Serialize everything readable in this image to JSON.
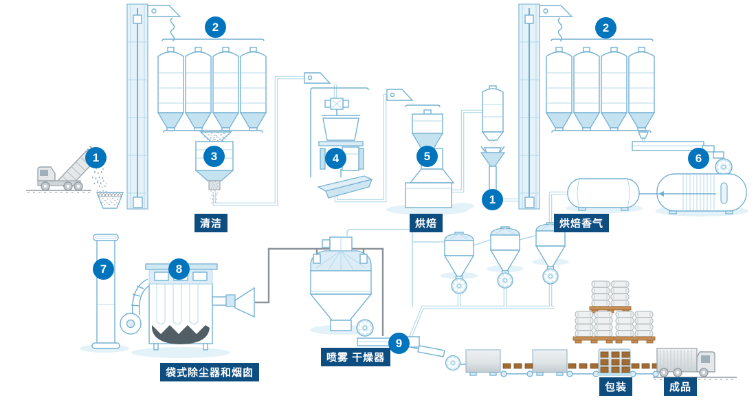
{
  "diagram": {
    "markers": [
      {
        "number": "1",
        "name": "raw-material-delivery"
      },
      {
        "number": "2",
        "name": "raw-silos"
      },
      {
        "number": "3",
        "name": "cleaning-hopper"
      },
      {
        "number": "4",
        "name": "cleaning-destoner"
      },
      {
        "number": "5",
        "name": "roaster"
      },
      {
        "number": "1",
        "name": "roasted-product-elevator-feed"
      },
      {
        "number": "2",
        "name": "roasted-silos"
      },
      {
        "number": "6",
        "name": "grinder"
      },
      {
        "number": "7",
        "name": "stack"
      },
      {
        "number": "8",
        "name": "bag-filter"
      },
      {
        "number": "9",
        "name": "spray-dryer-discharge"
      }
    ],
    "labels": [
      {
        "text": "清洁",
        "name": "cleaning"
      },
      {
        "text": "烘焙",
        "name": "roasting"
      },
      {
        "text": "烘焙香气",
        "name": "roast-aroma"
      },
      {
        "text": "袋式除尘器和烟囱",
        "name": "bag-filter-and-stack"
      },
      {
        "text": "喷雾 干燥器",
        "name": "spray-dryer"
      },
      {
        "text": "包装",
        "name": "packaging"
      },
      {
        "text": "成品",
        "name": "finished-product"
      }
    ]
  },
  "colors": {
    "marker_bg": "#0074bd",
    "label_bg": "#0e4d80",
    "label_text": "#ffffff",
    "line_light": "#b3d8ea",
    "line_mid": "#73b1d2",
    "fill_light": "#dcedf7",
    "fill_cone": "#c5e2f0",
    "fill_pale": "#e6f2f9",
    "shadow": "#e3f1f8",
    "pipe_gray": "#8b9398",
    "dust_dark": "#515e66",
    "brown": "#a06c34",
    "pallet_brown": "#c89055",
    "sack_gray": "#eef0f1",
    "truck_gray": "#9aa4ab",
    "speck": "#8aa0ac"
  }
}
